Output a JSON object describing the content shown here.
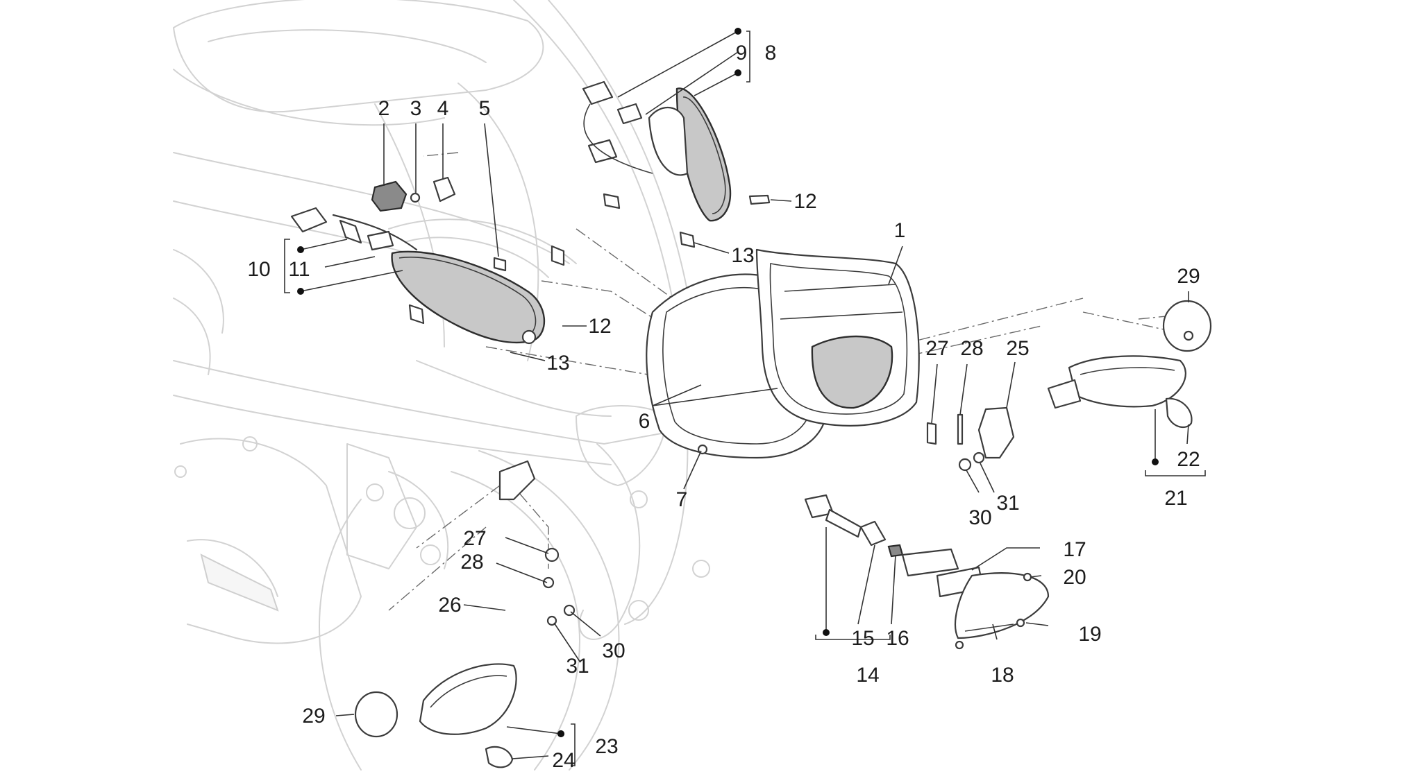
{
  "callouts": [
    "1",
    "2",
    "3",
    "4",
    "5",
    "6",
    "7",
    "8",
    "9",
    "10",
    "11",
    "12",
    "12",
    "13",
    "13",
    "14",
    "15",
    "16",
    "17",
    "18",
    "19",
    "20",
    "21",
    "22",
    "23",
    "24",
    "25",
    "26",
    "27",
    "27",
    "28",
    "28",
    "29",
    "29",
    "30",
    "30",
    "31",
    "31"
  ],
  "colors": {
    "line": "#3c3c3c",
    "ghost": "#d2d2d2",
    "lens": "#c8c8c8",
    "text": "#1c1c1c"
  }
}
